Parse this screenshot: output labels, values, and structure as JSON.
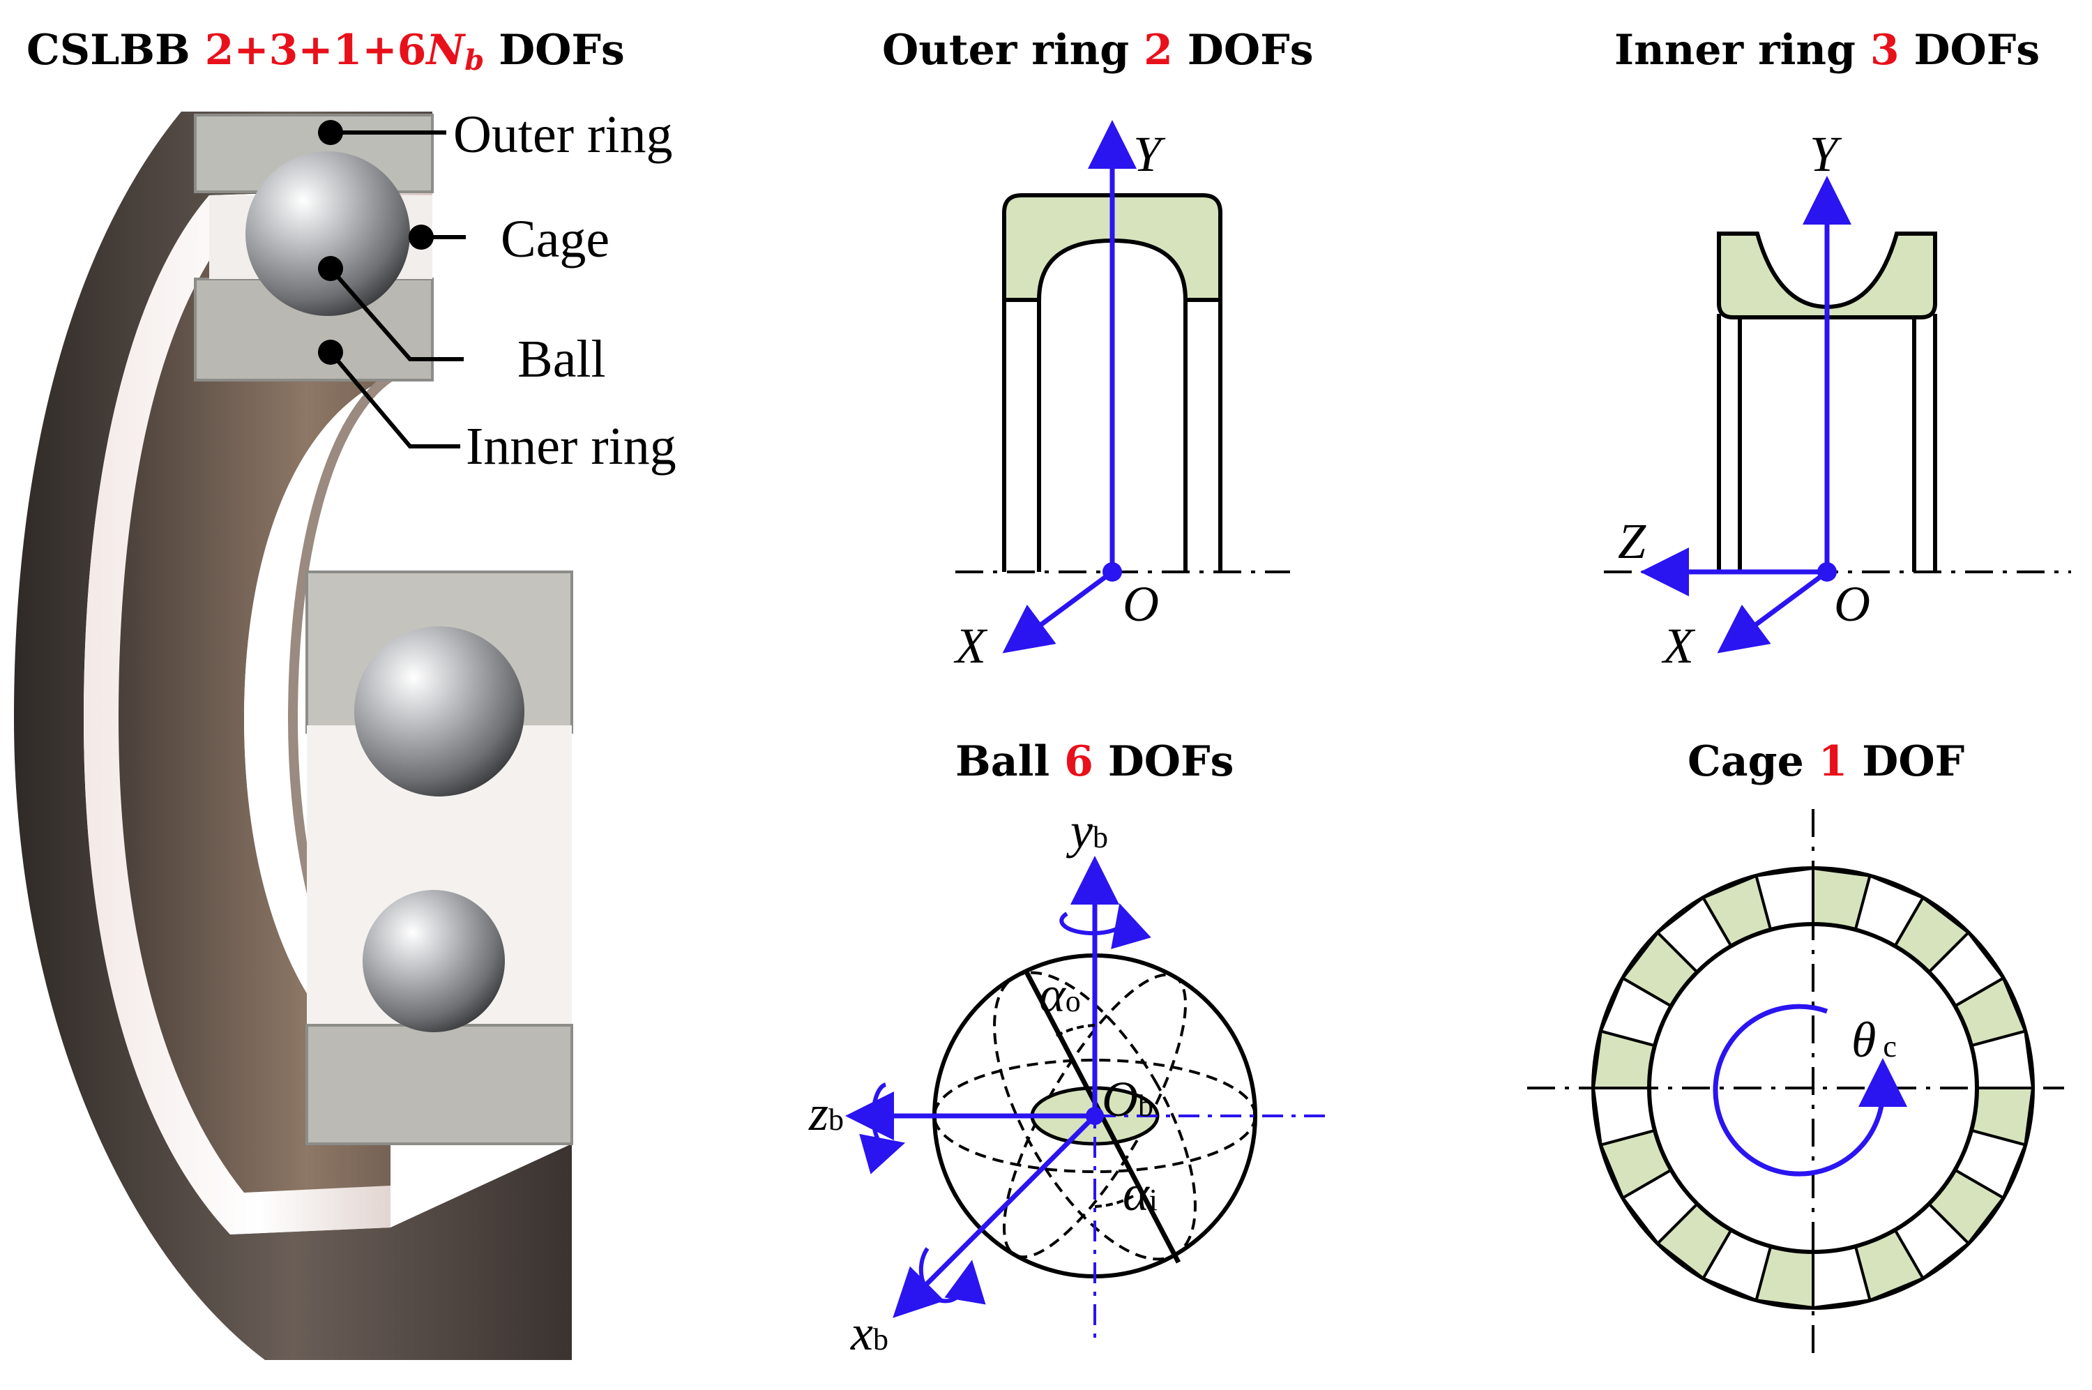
{
  "titles": {
    "cslbb": {
      "prefix": "CSLBB ",
      "red": "2+3+1+6",
      "red_italic": "N",
      "red_sub": "b",
      "suffix": " DOFs"
    },
    "outer": {
      "prefix": "Outer ring ",
      "red": "2",
      "suffix": " DOFs"
    },
    "inner": {
      "prefix": "Inner ring ",
      "red": "3",
      "suffix": " DOFs"
    },
    "ball": {
      "prefix": "Ball ",
      "red": "6",
      "suffix": " DOFs"
    },
    "cage": {
      "prefix": "Cage ",
      "red": "1",
      "suffix": " DOF"
    }
  },
  "callouts": {
    "outer_ring": "Outer ring",
    "cage": "Cage",
    "ball": "Ball",
    "inner_ring": "Inner ring"
  },
  "axes": {
    "outer": {
      "y": "Y",
      "x": "X",
      "o": "O"
    },
    "inner": {
      "y": "Y",
      "z": "Z",
      "x": "X",
      "o": "O"
    },
    "ball": {
      "y": "y",
      "y_sub": "b",
      "z": "z",
      "z_sub": "b",
      "x": "x",
      "x_sub": "b",
      "o": "O",
      "o_sub": "b",
      "alpha_o": "α",
      "alpha_o_sub": "o",
      "alpha_i": "α",
      "alpha_i_sub": "i"
    },
    "cage": {
      "theta": "θ",
      "theta_sub": "c"
    }
  },
  "colors": {
    "accent_blue": "#2a14f0",
    "highlight_red": "#e8101a",
    "section_fill": "#d6e3bd",
    "ring_metal": "#5b524c",
    "ball_steel": "#a9abae"
  }
}
